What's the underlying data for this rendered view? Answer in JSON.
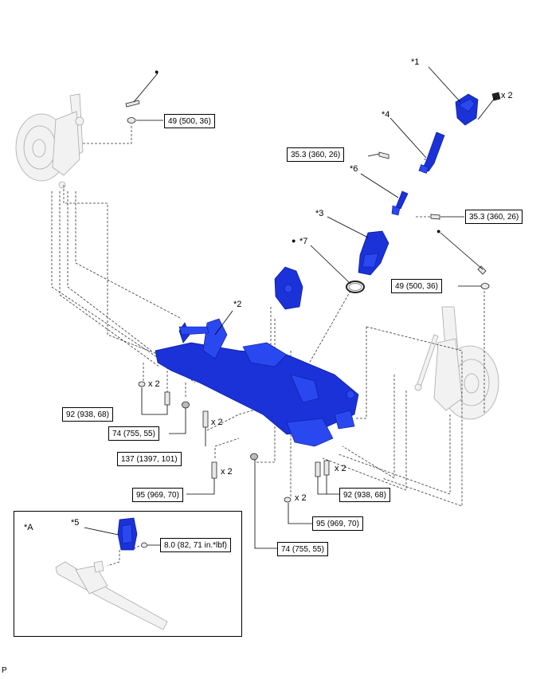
{
  "colors": {
    "part": "#1a32d8",
    "part_dark": "#0a1a96",
    "line": "#222222",
    "grey_part": "#9a9a9a"
  },
  "callouts": {
    "c1": "*1",
    "c2": "*2",
    "c3": "*3",
    "c4": "*4",
    "c5": "*5",
    "c6": "*6",
    "c7": "*7"
  },
  "inset_label": "*A",
  "bullet": "●",
  "torques": {
    "t_49_top": "49 (500, 36)",
    "t_353_a": "35.3 (360, 26)",
    "t_353_b": "35.3 (360, 26)",
    "t_49_right": "49 (500, 36)",
    "t_92_left": "92 (938, 68)",
    "t_74_left": "74 (755, 55)",
    "t_137": "137 (1397, 101)",
    "t_95_left": "95 (969, 70)",
    "t_92_right": "92 (938, 68)",
    "t_95_right": "95 (969, 70)",
    "t_74_bottom": "74 (755, 55)",
    "t_8": "8.0 (82, 71 in.*lbf)"
  },
  "quantities": {
    "q_x2_clip": "x 2",
    "q_x2_a": "x 2",
    "q_x2_b": "x 2",
    "q_x2_c": "x 2",
    "q_x2_d": "x 2",
    "q_x2_e": "x 2"
  },
  "footer_code": "P"
}
